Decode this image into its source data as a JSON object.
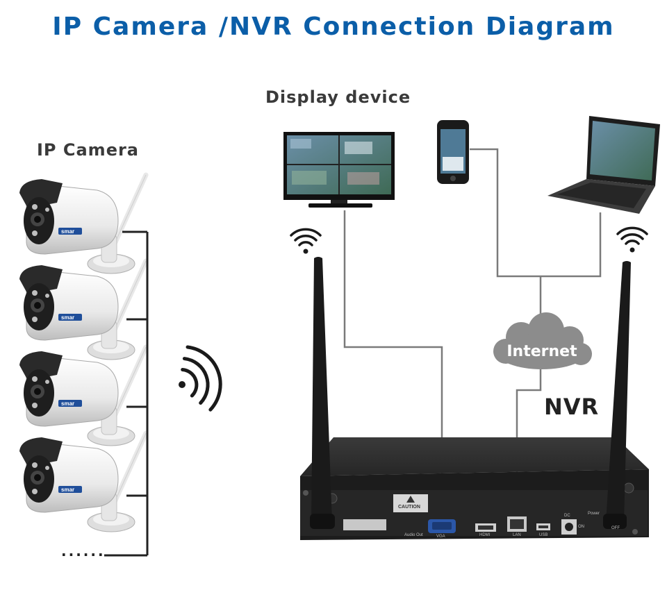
{
  "title": "IP Camera /NVR Connection Diagram",
  "labels": {
    "display_device": "Display device",
    "ip_camera": "IP Camera",
    "internet": "Internet",
    "nvr": "NVR",
    "more": "......"
  },
  "camera_brand": "smar",
  "nvr_panel": {
    "caution": "CAUTION",
    "ports": [
      "Audio Out",
      "VGA",
      "HDMI",
      "LAN",
      "USB",
      "DC"
    ],
    "power": "Power",
    "on": "ON",
    "off": "OFF"
  },
  "colors": {
    "title": "#0b5ea8",
    "wire": "#7a7a7a",
    "camera_wire": "#222222",
    "cloud": "#8c8c8c",
    "nvr_body": "#2b2b2b",
    "antenna": "#1a1a1a"
  },
  "icons": [
    "wifi-signal-icon",
    "camera-icon",
    "monitor-icon",
    "smartphone-icon",
    "laptop-icon",
    "cloud-icon",
    "antenna-icon"
  ]
}
